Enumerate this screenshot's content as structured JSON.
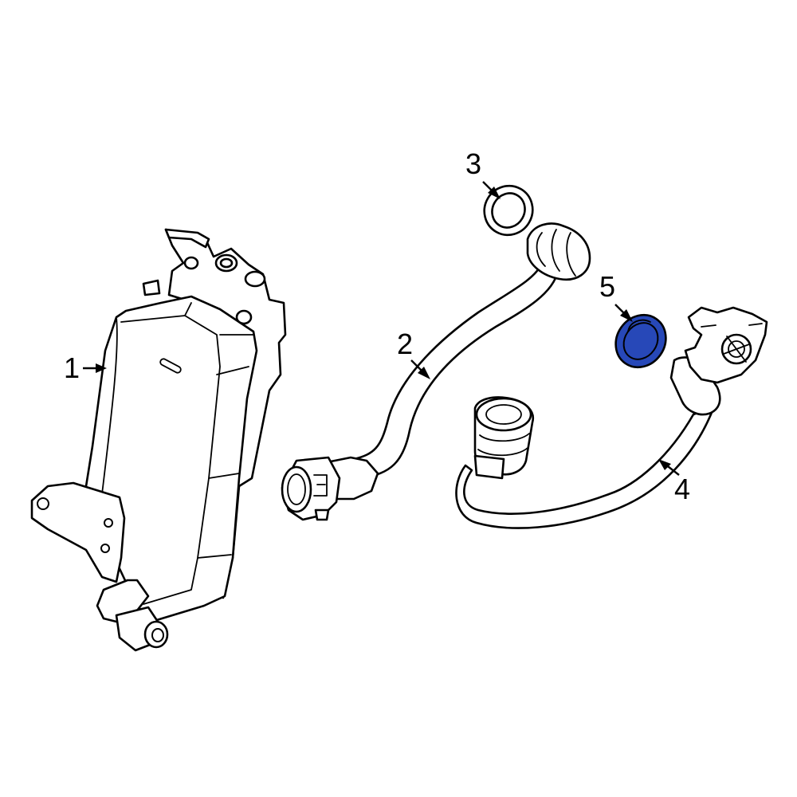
{
  "diagram": {
    "callouts": [
      {
        "id": "1",
        "label": "1"
      },
      {
        "id": "2",
        "label": "2"
      },
      {
        "id": "3",
        "label": "3"
      },
      {
        "id": "4",
        "label": "4"
      },
      {
        "id": "5",
        "label": "5"
      }
    ],
    "highlight_color": "#2748b8",
    "line_color": "#000000",
    "background_color": "#ffffff"
  }
}
